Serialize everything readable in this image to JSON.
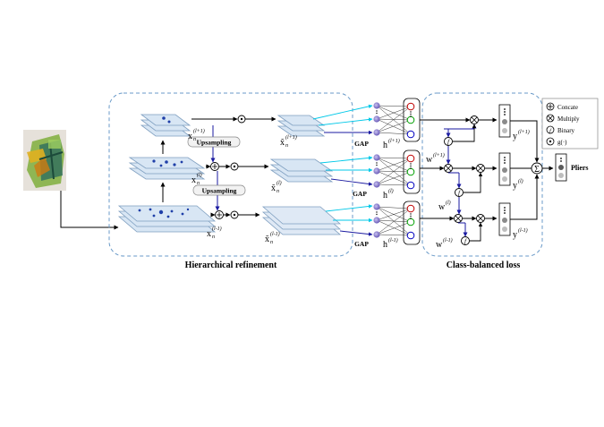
{
  "panels": {
    "hierarchical": "Hierarchical refinement",
    "class_balanced": "Class-balanced loss"
  },
  "operations": {
    "upsampling_top": "Upsampling",
    "upsampling_bottom": "Upsampling",
    "gap_top": "GAP",
    "gap_mid": "GAP",
    "gap_bot": "GAP"
  },
  "features": {
    "x_top": "x",
    "x_top_sub": "n",
    "x_top_sup": "(l+1)",
    "x_mid": "x",
    "x_mid_sub": "n",
    "x_mid_sup": "(l)",
    "x_bot": "x",
    "x_bot_sub": "n",
    "x_bot_sup": "(l-1)",
    "xt_top": "x̃",
    "xt_top_sub": "n",
    "xt_top_sup": "(l+1)",
    "xt_mid": "x̃",
    "xt_mid_sub": "n",
    "xt_mid_sup": "(l)",
    "xt_bot": "x̃",
    "xt_bot_sub": "n",
    "xt_bot_sup": "(l-1)"
  },
  "hidden": {
    "h_top": "h",
    "h_top_sup": "(l+1)",
    "h_mid": "h",
    "h_mid_sup": "(l)",
    "h_bot": "h",
    "h_bot_sup": "(l-1)"
  },
  "weights": {
    "w_top": "w",
    "w_top_sup": "(l+1)",
    "w_mid": "w",
    "w_mid_sup": "(l)",
    "w_bot": "w",
    "w_bot_sup": "(l-1)"
  },
  "outputs": {
    "y_top": "y",
    "y_top_sup": "(l+1)",
    "y_mid": "y",
    "y_mid_sup": "(l)",
    "y_bot": "y",
    "y_bot_sup": "(l-1)",
    "final": "Pliers"
  },
  "legend": {
    "concate": "Concate",
    "multiply": "Multiply",
    "binary": "Binary",
    "g": "g(·)"
  },
  "colors": {
    "dashed_border": "#6a9ac8",
    "layer_fill": "#d8e6f4",
    "layer_stroke": "#7f9fc0",
    "hotspot": "#1f3fa8",
    "skip_arrow": "#1a1aa0",
    "cyan_arrow": "#00c8e8",
    "node_purple": "#7a6bc8",
    "node_red": "#c00000",
    "node_green": "#00a000",
    "node_blue": "#0000c0"
  }
}
